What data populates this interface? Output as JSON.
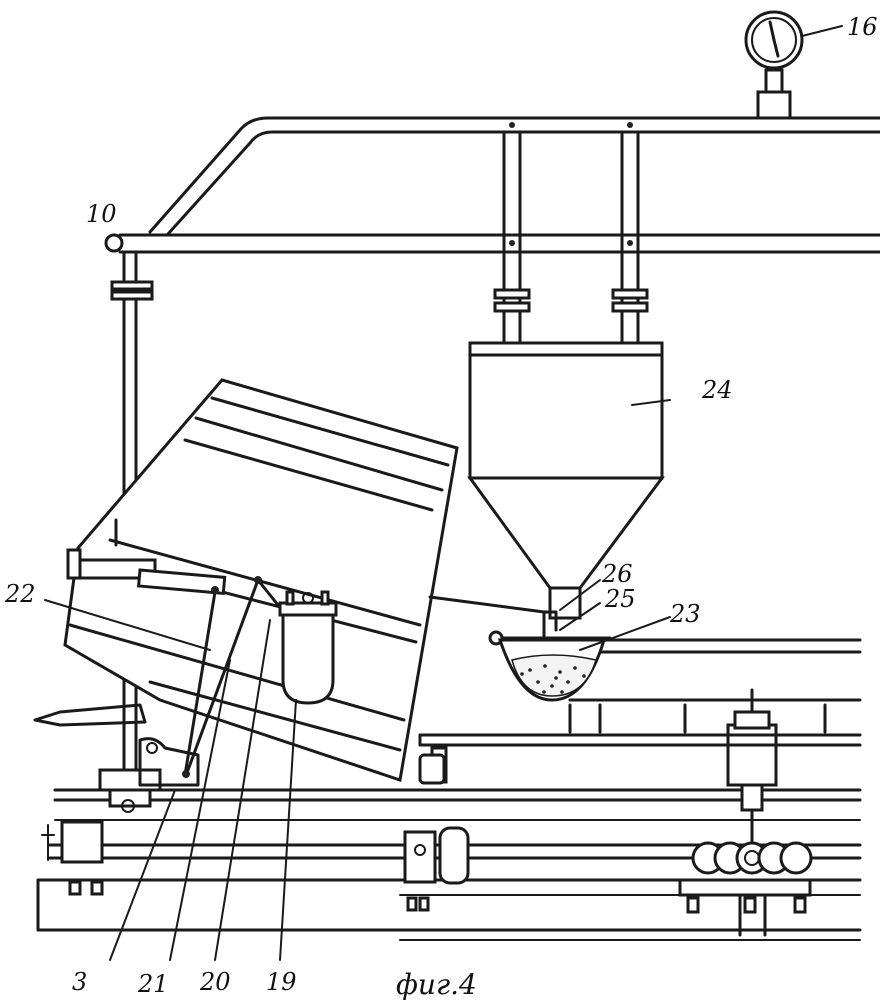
{
  "figure": {
    "caption": "фиг.4",
    "labels": {
      "l16": "16",
      "l10": "10",
      "l24": "24",
      "l26": "26",
      "l25": "25",
      "l23": "23",
      "l22": "22",
      "l3": "3",
      "l21": "21",
      "l20": "20",
      "l19": "19"
    }
  }
}
